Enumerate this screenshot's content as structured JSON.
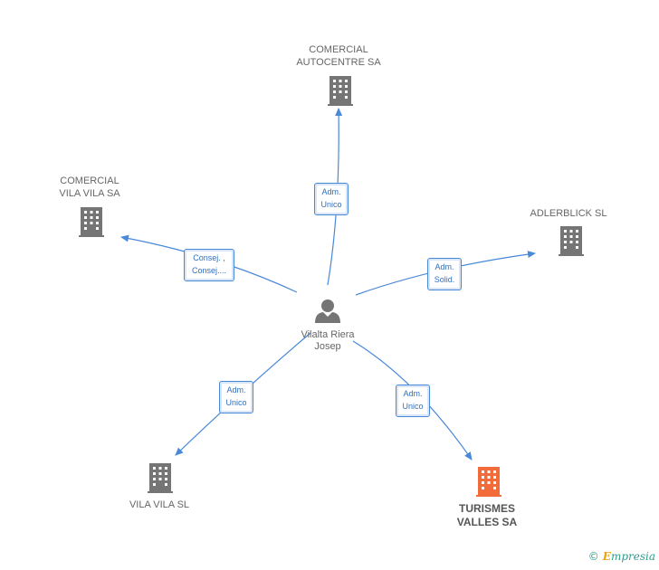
{
  "center": {
    "name_line1": "Vilalta Riera",
    "name_line2": "Josep",
    "icon": "person-icon"
  },
  "companies": [
    {
      "id": "comercial-autocentre",
      "line1": "COMERCIAL",
      "line2": "AUTOCENTRE SA",
      "icon": "building-icon",
      "color": "#757575",
      "highlight": false
    },
    {
      "id": "comercial-vila-vila",
      "line1": "COMERCIAL",
      "line2": "VILA VILA SA",
      "icon": "building-icon",
      "color": "#757575",
      "highlight": false
    },
    {
      "id": "adlerblick",
      "line1": "ADLERBLICK SL",
      "line2": "",
      "icon": "building-icon",
      "color": "#757575",
      "highlight": false
    },
    {
      "id": "vila-vila-sl",
      "line1": "VILA VILA SL",
      "line2": "",
      "icon": "building-icon",
      "color": "#757575",
      "highlight": false
    },
    {
      "id": "turismes-valles",
      "line1": "TURISMES",
      "line2": "VALLES SA",
      "icon": "building-icon",
      "color": "#f26b3a",
      "highlight": true
    }
  ],
  "relations": [
    {
      "line1": "Adm.",
      "line2": "Unico"
    },
    {
      "line1": "Consej. ,",
      "line2": "Consej...."
    },
    {
      "line1": "Adm.",
      "line2": "Solid."
    },
    {
      "line1": "Adm.",
      "line2": "Unico"
    },
    {
      "line1": "Adm.",
      "line2": "Unico"
    }
  ],
  "colors": {
    "edge": "#4a88d8",
    "building": "#757575",
    "highlight": "#f26b3a",
    "person": "#757575"
  },
  "footer": {
    "copyright": "©",
    "brand_initial": "E",
    "brand_rest": "mpresia"
  }
}
